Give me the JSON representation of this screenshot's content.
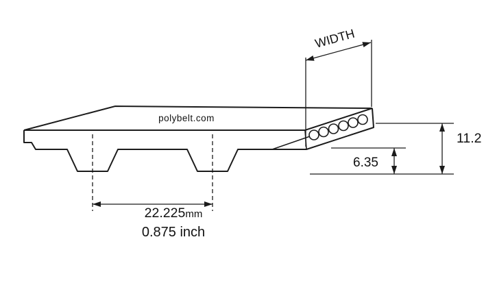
{
  "colors": {
    "ink": "#1b1b1b",
    "background": "#ffffff"
  },
  "labels": {
    "watermark": "polybelt.com",
    "width": "WIDTH",
    "pitch_value_mm": "22.225",
    "pitch_unit_mm": "mm",
    "pitch_inch": "0.875 inch",
    "tooth_depth_mm": "6.35",
    "overall_thickness_mm": "11.2"
  }
}
